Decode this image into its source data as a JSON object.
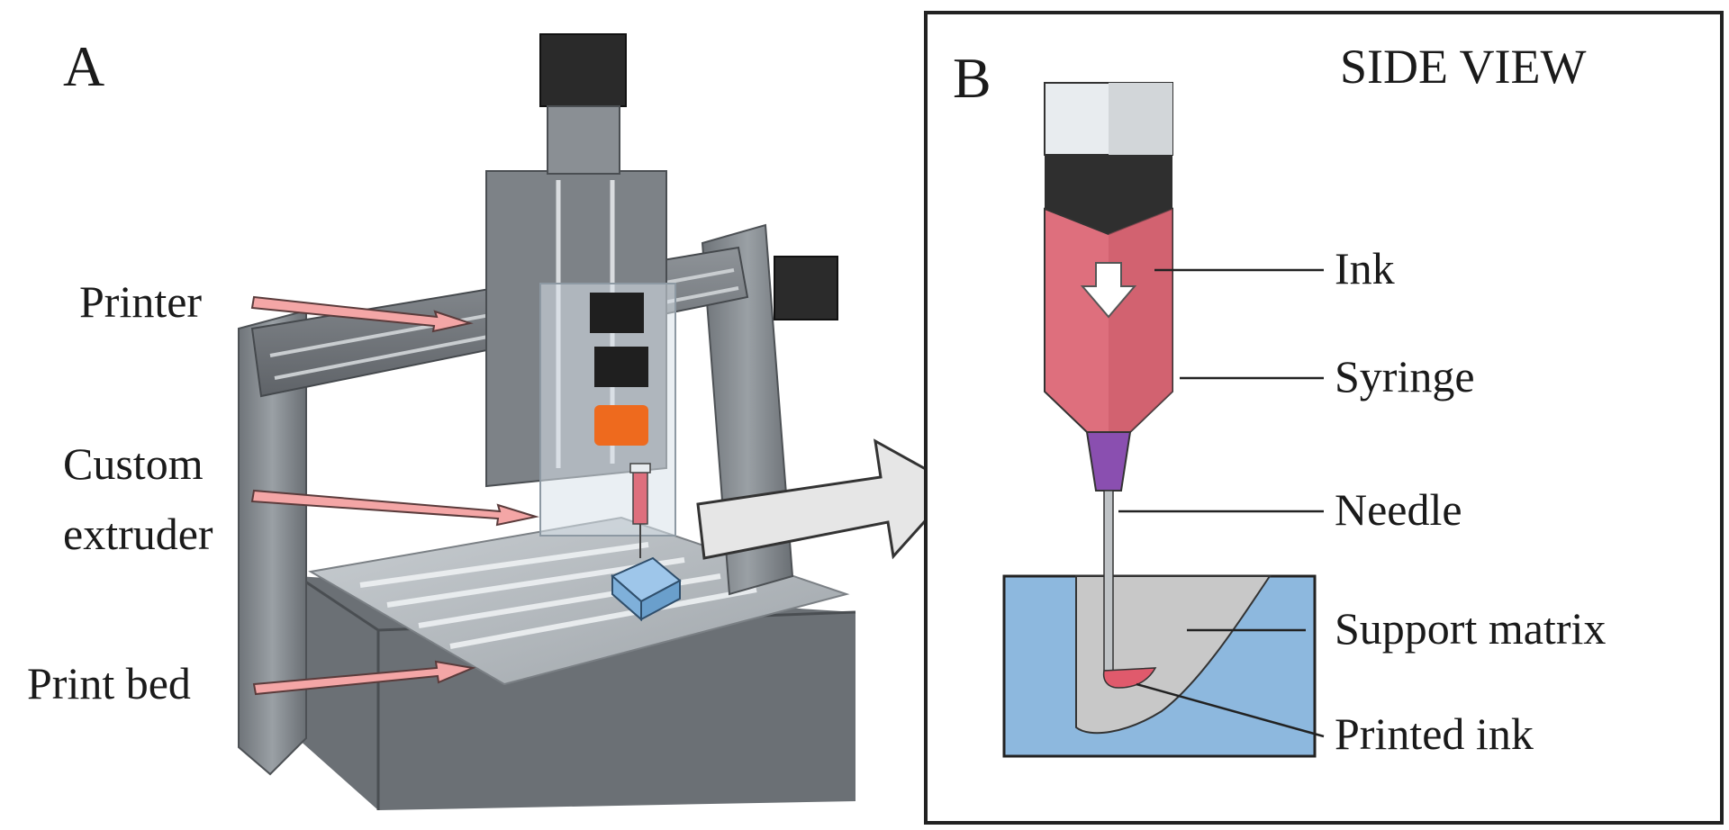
{
  "panel_a": {
    "letter": "A",
    "callouts": [
      {
        "id": "printer",
        "lines": [
          "Printer"
        ]
      },
      {
        "id": "custom-extruder",
        "lines": [
          "Custom",
          "extruder"
        ]
      },
      {
        "id": "print-bed",
        "lines": [
          "Print bed"
        ]
      }
    ]
  },
  "panel_b": {
    "letter": "B",
    "view_title": "SIDE VIEW",
    "labels": {
      "ink": "Ink",
      "syringe": "Syringe",
      "needle": "Needle",
      "support_matrix": "Support matrix",
      "printed_ink": "Printed ink"
    }
  },
  "colors": {
    "callout_arrow_fill": "#f4a6a6",
    "ink_pink": "#de6f7d",
    "ink_pink_dark": "#c95866",
    "plunger_dark": "#2f2f2f",
    "syringe_cap": "#e8ecef",
    "needle_hub_purple": "#8a4fb0",
    "support_blue": "#8db8de",
    "support_gray": "#c8c8c8",
    "printed_ink": "#e05a6c",
    "machine_gray": "#8c9196",
    "frame_border": "#222222"
  }
}
